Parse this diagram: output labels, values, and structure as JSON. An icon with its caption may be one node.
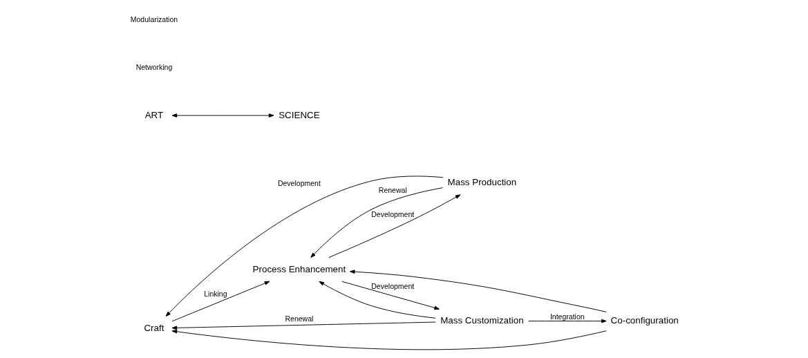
{
  "diagram": {
    "nodes": [
      {
        "text": [
          "Craft"
        ]
      },
      {
        "text": [
          "Process Enhancement"
        ]
      },
      {
        "text": [
          "Mass Customization"
        ]
      },
      {
        "text": [
          "Co-configuration"
        ]
      },
      {
        "text": [
          "Mass Production"
        ]
      },
      {
        "text": [
          "ART"
        ]
      },
      {
        "text": [
          "SCIENCE"
        ]
      }
    ],
    "edges": [
      {
        "from": 0,
        "to": 1,
        "arrow": "to",
        "label": "Linking"
      },
      {
        "from": 1,
        "to": 2,
        "arrow": "to",
        "label": "Development"
      },
      {
        "from": 1,
        "to": 4,
        "arrow": "to",
        "label": "Development"
      },
      {
        "from": 2,
        "to": 3,
        "arrow": "to",
        "label": "Integration"
      },
      {
        "from": 2,
        "to": 0,
        "arrow": "to",
        "label": "Renewal"
      },
      {
        "from": 2,
        "to": 1,
        "arrow": "to"
      },
      {
        "from": 3,
        "to": 0,
        "arrow": "to"
      },
      {
        "from": 3,
        "to": 1,
        "arrow": "to"
      },
      {
        "from": 4,
        "to": 0,
        "arrow": "to",
        "label": "Development"
      },
      {
        "from": 4,
        "to": 1,
        "arrow": "to",
        "label": "Renewal"
      },
      {
        "from": 5,
        "to": 6,
        "arrow": "both"
      }
    ],
    "labels": [
      "Networking",
      "Modularization"
    ]
  }
}
